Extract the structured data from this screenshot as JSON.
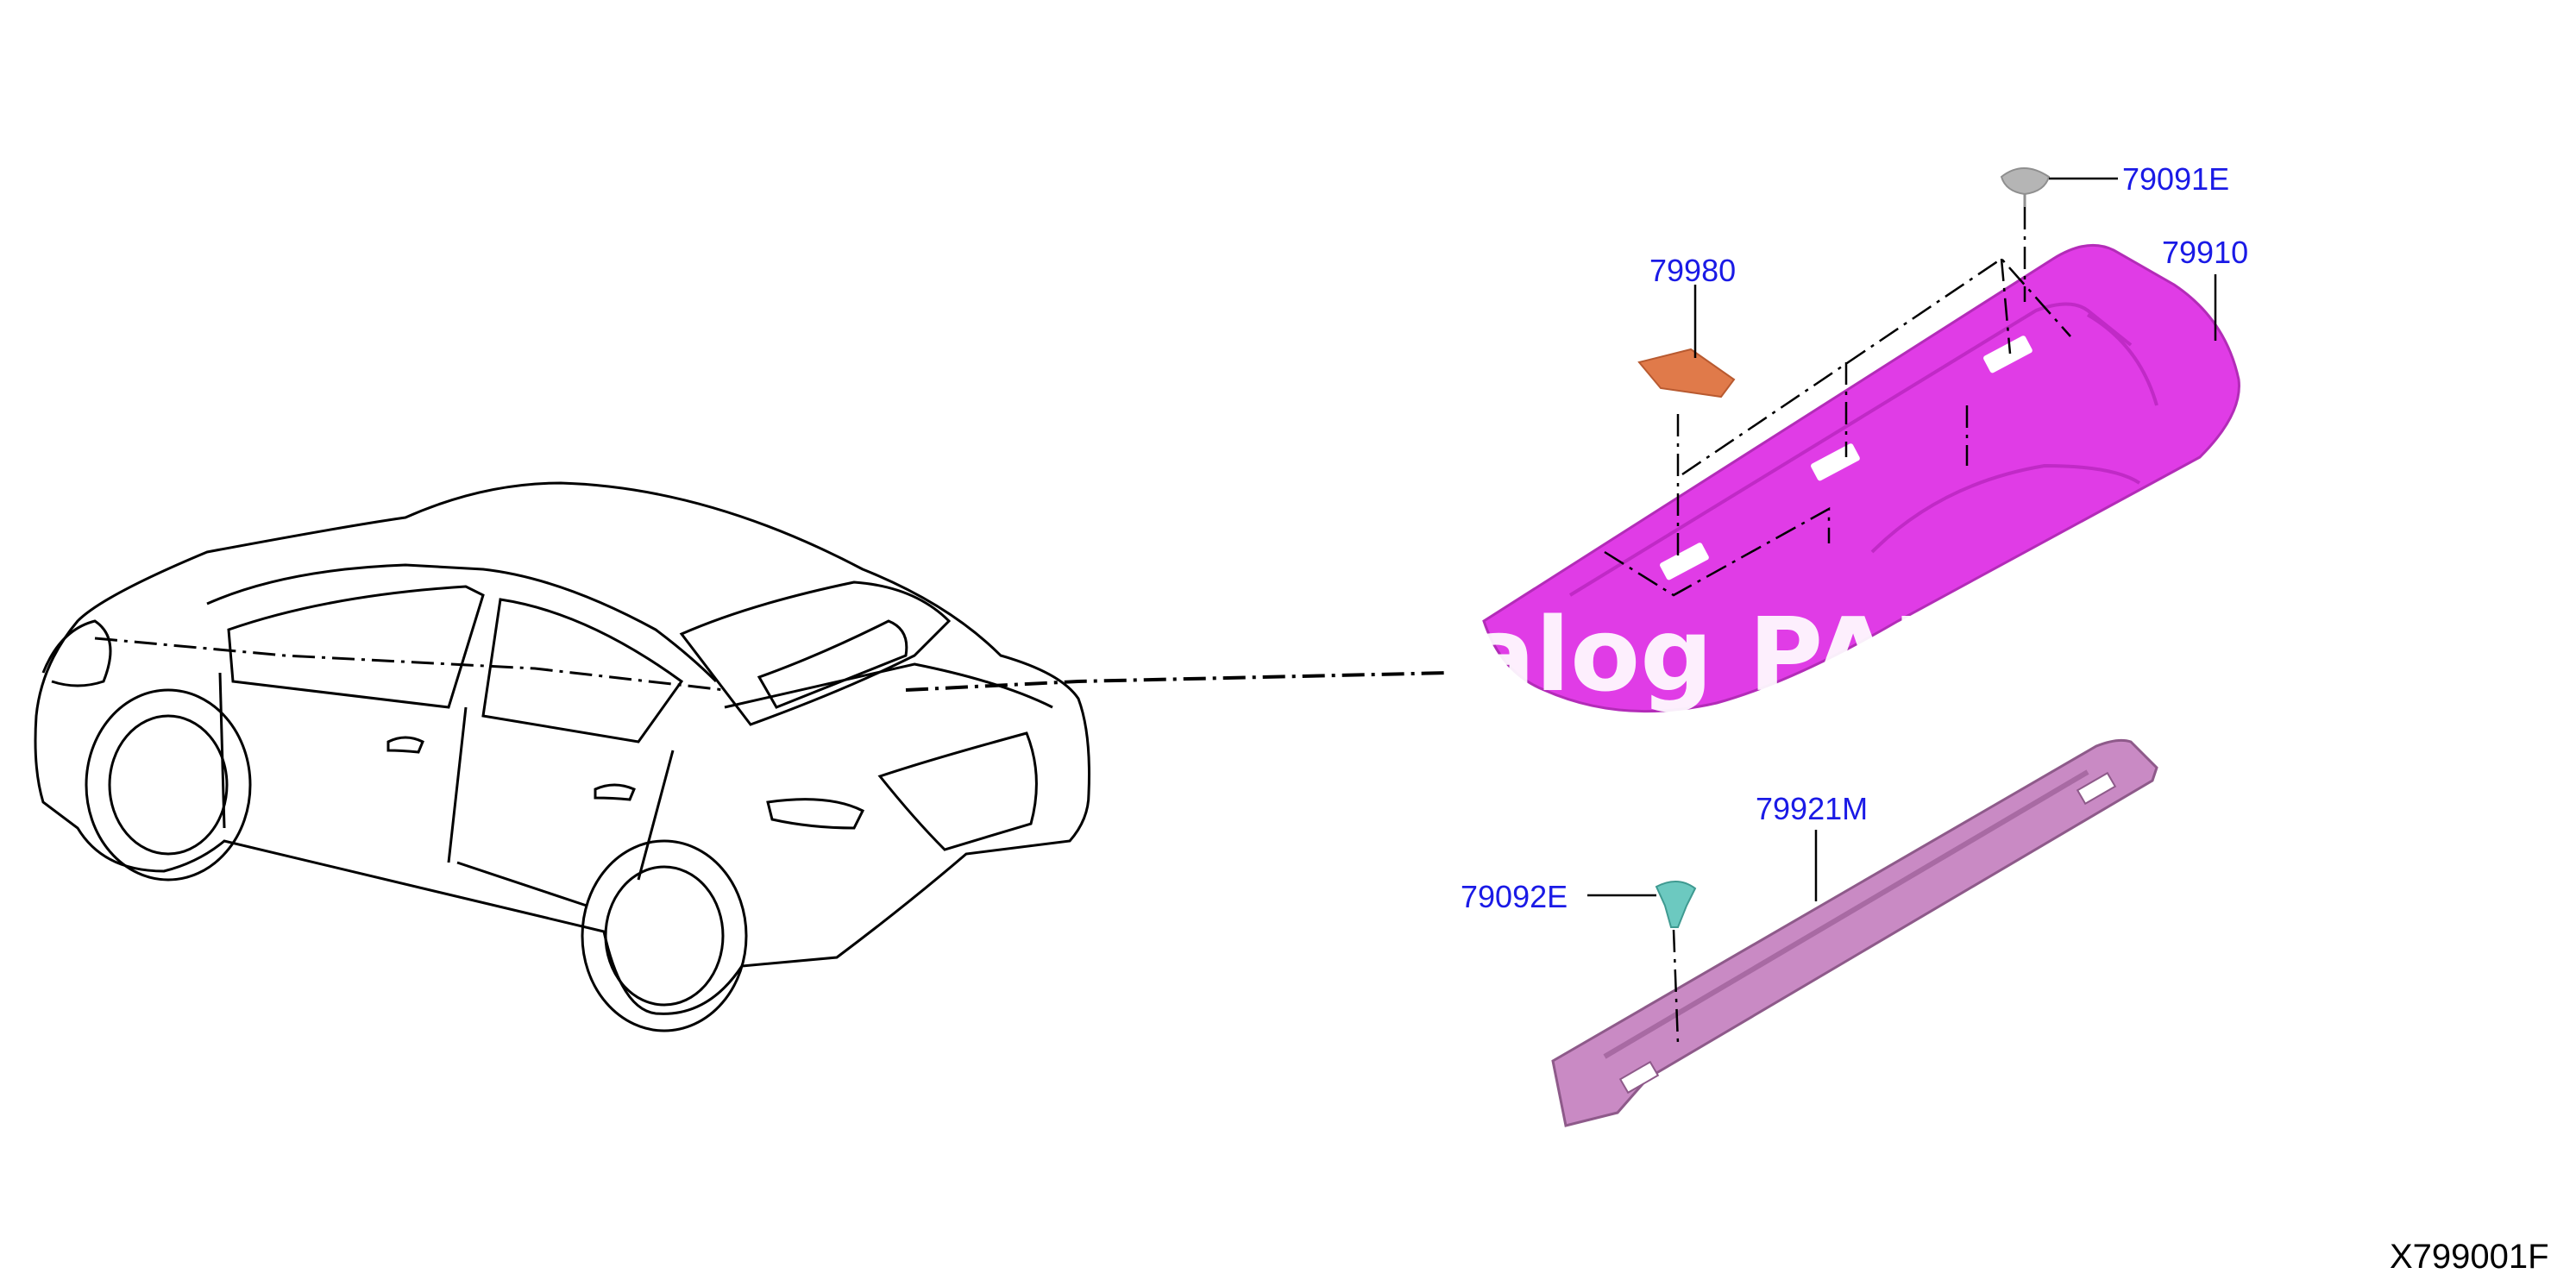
{
  "diagram": {
    "parts": [
      {
        "id": "p1",
        "number": "79091E"
      },
      {
        "id": "p2",
        "number": "79910"
      },
      {
        "id": "p3",
        "number": "79980"
      },
      {
        "id": "p4",
        "number": "79921M"
      },
      {
        "id": "p5",
        "number": "79092E"
      }
    ],
    "illustration_code": "X799001F",
    "watermark": "alog PART",
    "colors": {
      "label_text": "#1a1ae6",
      "parcel_shelf": "#e03ce6",
      "tape_pad": "#e07a4a",
      "support_bracket": "#c98ac4",
      "clip_gray": "#b5b5b5",
      "clip_teal": "#6cc9c0",
      "line_art": "#000000"
    }
  }
}
